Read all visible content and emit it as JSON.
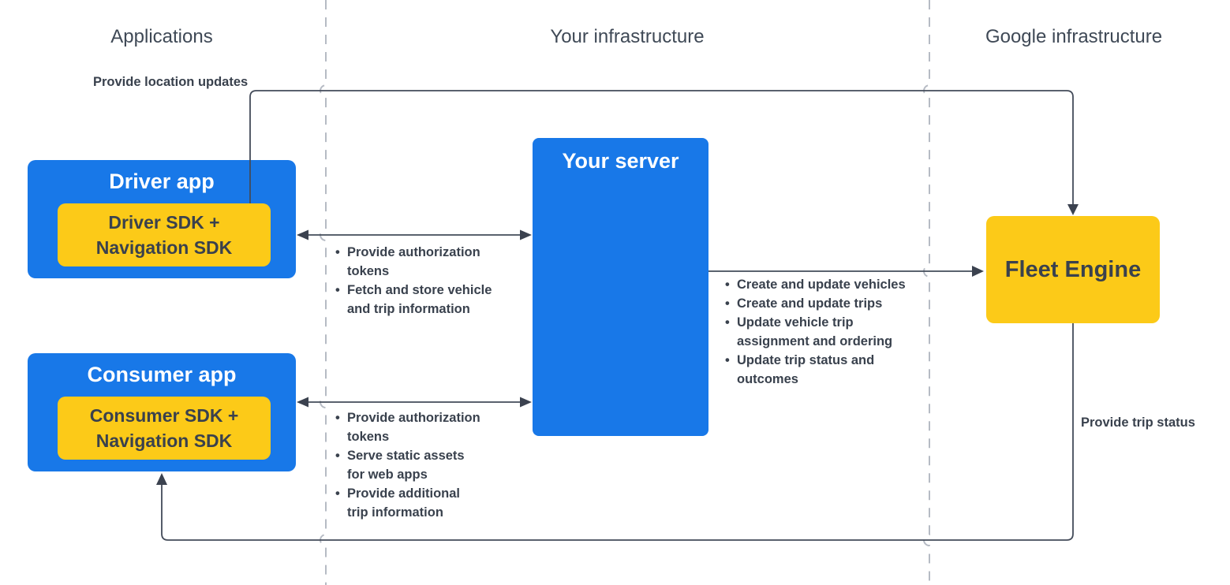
{
  "lanes": {
    "applications": "Applications",
    "your_infrastructure": "Your infrastructure",
    "google_infrastructure": "Google infrastructure"
  },
  "nodes": {
    "driver_app": {
      "title": "Driver app",
      "sdk": "Driver SDK + Navigation SDK"
    },
    "consumer_app": {
      "title": "Consumer app",
      "sdk": "Consumer SDK + Navigation SDK"
    },
    "your_server": {
      "title": "Your server"
    },
    "fleet_engine": {
      "title": "Fleet Engine"
    }
  },
  "edge_labels": {
    "provide_location_updates": "Provide location updates",
    "provide_trip_status": "Provide trip status"
  },
  "lists": {
    "driver_server": [
      [
        "Provide authorization",
        "tokens"
      ],
      [
        "Fetch and store vehicle",
        "and trip information"
      ]
    ],
    "consumer_server": [
      [
        "Provide authorization",
        "tokens"
      ],
      [
        "Serve static assets",
        "for web apps"
      ],
      [
        "Provide additional",
        "trip information"
      ]
    ],
    "server_fleet": [
      [
        "Create and update vehicles"
      ],
      [
        "Create and update trips"
      ],
      [
        "Update vehicle trip",
        "assignment and ordering"
      ],
      [
        "Update trip status and",
        "outcomes"
      ]
    ]
  },
  "glyphs": {
    "bullet": "•"
  },
  "theme": {
    "blue": "#1878e8",
    "yellow": "#fcca18",
    "text-on-blue": "#ffffff",
    "text-dark": "#3a414d",
    "bullet-text": "#39414d",
    "header-text": "#3f4956",
    "line": "#434b59",
    "arrow": "#3b424f",
    "dashed": "#b6bbc4",
    "bg": "#ffffff"
  }
}
